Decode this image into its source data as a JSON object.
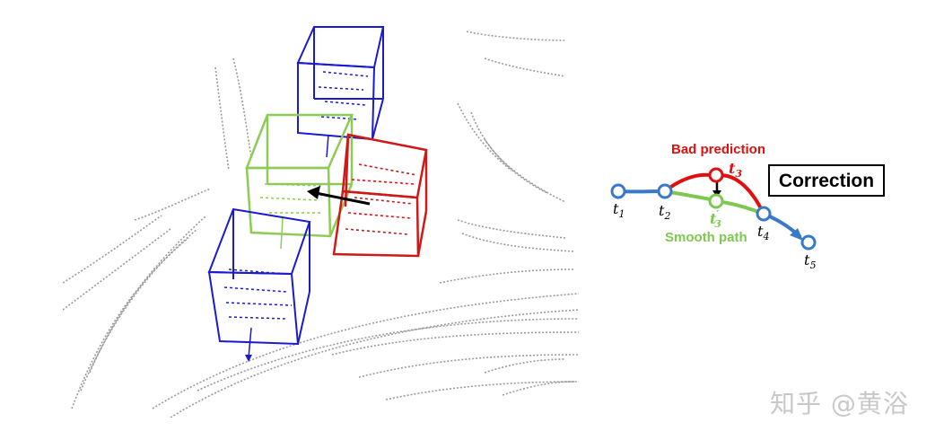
{
  "diagram": {
    "bad_prediction_label": "Bad prediction",
    "smooth_path_label": "Smooth path",
    "correction_label": "Correction",
    "points": {
      "t1": "t",
      "t1_sub": "1",
      "t2": "t",
      "t2_sub": "2",
      "t3": "t",
      "t3_sub": "3",
      "t3p": "t",
      "t3p_sub": "3",
      "t3p_prime": "′",
      "t4": "t",
      "t4_sub": "4",
      "t5": "t",
      "t5_sub": "5"
    },
    "colors": {
      "track": "#3a78c8",
      "bad": "#e01010",
      "smooth": "#7ec850",
      "box_blue": "#1a1ad0",
      "box_green": "#8ecb55",
      "box_red": "#d01818"
    }
  },
  "watermark": "知乎 @黄浴"
}
